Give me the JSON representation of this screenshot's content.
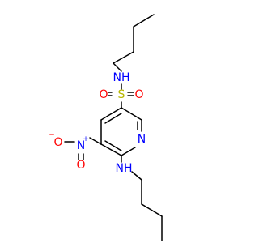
{
  "colors": {
    "carbon": "#000000",
    "nitrogen": "#0000ff",
    "oxygen": "#ff0000",
    "sulfur": "#b8b800",
    "background": "#ffffff"
  },
  "atoms": {
    "sulfonamide_nh": "NH",
    "sulfur": "S",
    "sulfonyl_o_left": "O",
    "sulfonyl_o_right": "O",
    "ring_n": "N",
    "nitro_n": "N",
    "nitro_plus": "+",
    "nitro_o_minus": "O",
    "nitro_minus": "−",
    "nitro_o_double": "O",
    "amino_nh": "NH"
  }
}
